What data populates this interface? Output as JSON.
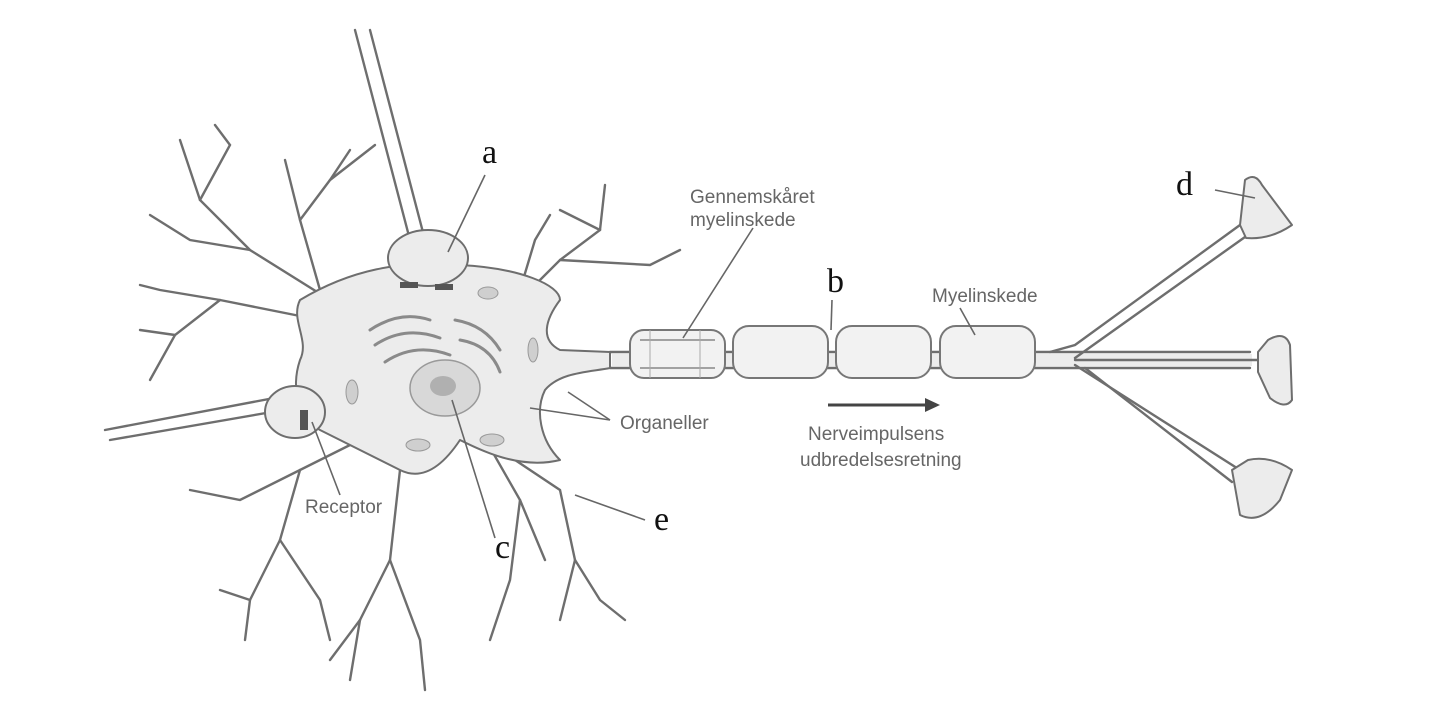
{
  "letters": {
    "a": "a",
    "b": "b",
    "c": "c",
    "d": "d",
    "e": "e"
  },
  "labels": {
    "cut_myelin_line1": "Gennemskåret",
    "cut_myelin_line2": "myelinskede",
    "myelin_sheath": "Myelinskede",
    "organelles": "Organeller",
    "receptor": "Receptor",
    "impulse_line1": "Nerveimpulsens",
    "impulse_line2": "udbredelsesretning"
  },
  "colors": {
    "cell_fill": "#ececec",
    "outline": "#6e6e6e",
    "letter_text": "#111111",
    "label_text": "#666666"
  }
}
